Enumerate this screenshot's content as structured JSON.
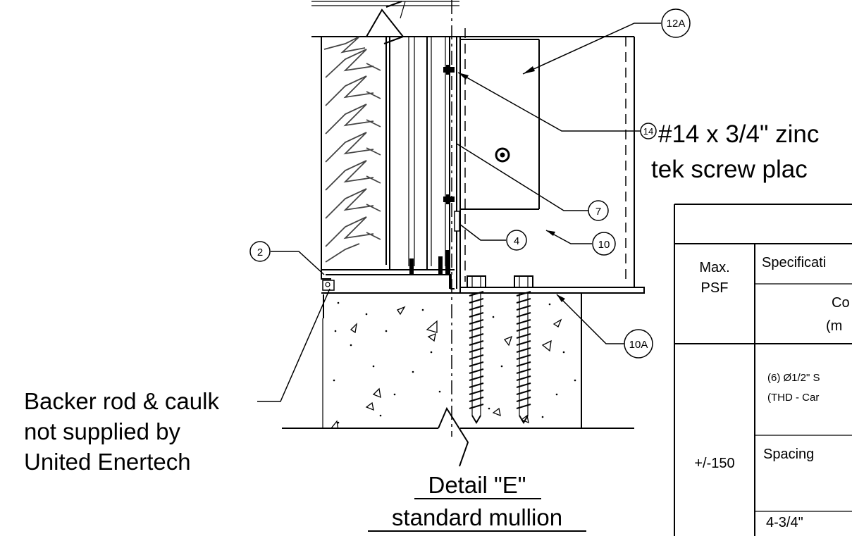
{
  "callouts": {
    "c12a": "12A",
    "c14": "14",
    "c7": "7",
    "c4": "4",
    "c10": "10",
    "c2": "2",
    "c10a": "10A"
  },
  "notes": {
    "screw_line1": "#14 x 3/4\" zinc",
    "screw_line2": "tek screw plac",
    "backer_line1": "Backer rod & caulk",
    "backer_line2": "not supplied by",
    "backer_line3": "United Enertech"
  },
  "detail": {
    "title": "Detail \"E\"",
    "subtitle": "standard mullion"
  },
  "table": {
    "max": "Max.",
    "psf": "PSF",
    "specification": "Specificati",
    "co": "Co",
    "m": "(m",
    "anchor_line1": "(6) Ø1/2\" S",
    "anchor_line2": "(THD - Car",
    "load": "+/-150",
    "spacing": "Spacing",
    "dim": "4-3/4\""
  }
}
